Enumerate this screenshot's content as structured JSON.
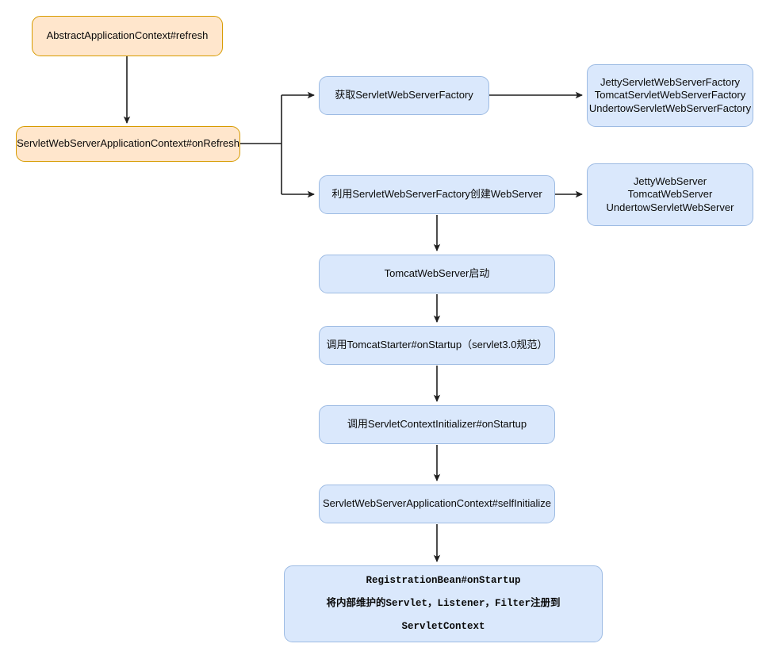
{
  "diagram": {
    "title": "Spring Boot ServletWebServer startup flow",
    "background_color": "#ffffff",
    "colors": {
      "orange_fill": "#ffe6cc",
      "orange_border": "#d79b00",
      "blue_fill": "#dae8fc",
      "blue_border": "#9dbbe3",
      "edge_stroke": "#1f1f1f",
      "text": "#0a0a0a"
    },
    "nodes": {
      "abstract_application_context_refresh": "AbstractApplicationContext#refresh",
      "servlet_web_server_application_context_onrefresh": "ServletWebServerApplicationContext#onRefresh",
      "get_servlet_web_server_factory": "获取ServletWebServerFactory",
      "factory_implementations": "JettyServletWebServerFactory\nTomcatServletWebServerFactory\nUndertowServletWebServerFactory",
      "create_web_server": "利用ServletWebServerFactory创建WebServer",
      "web_server_implementations": "JettyWebServer\nTomcatWebServer\nUndertowServletWebServer",
      "tomcat_web_server_start": "TomcatWebServer启动",
      "call_tomcat_starter_onstartup": "调用TomcatStarter#onStartup（servlet3.0规范）",
      "call_servlet_context_initializer_onstartup": "调用ServletContextInitializer#onStartup",
      "servlet_web_server_application_context_selfinitialize": "ServletWebServerApplicationContext#selfInitialize",
      "registration_bean_onstartup_title": "RegistrationBean#onStartup",
      "registration_bean_onstartup_detail": "将内部维护的Servlet，Listener，Filter注册到ServletContext"
    }
  }
}
